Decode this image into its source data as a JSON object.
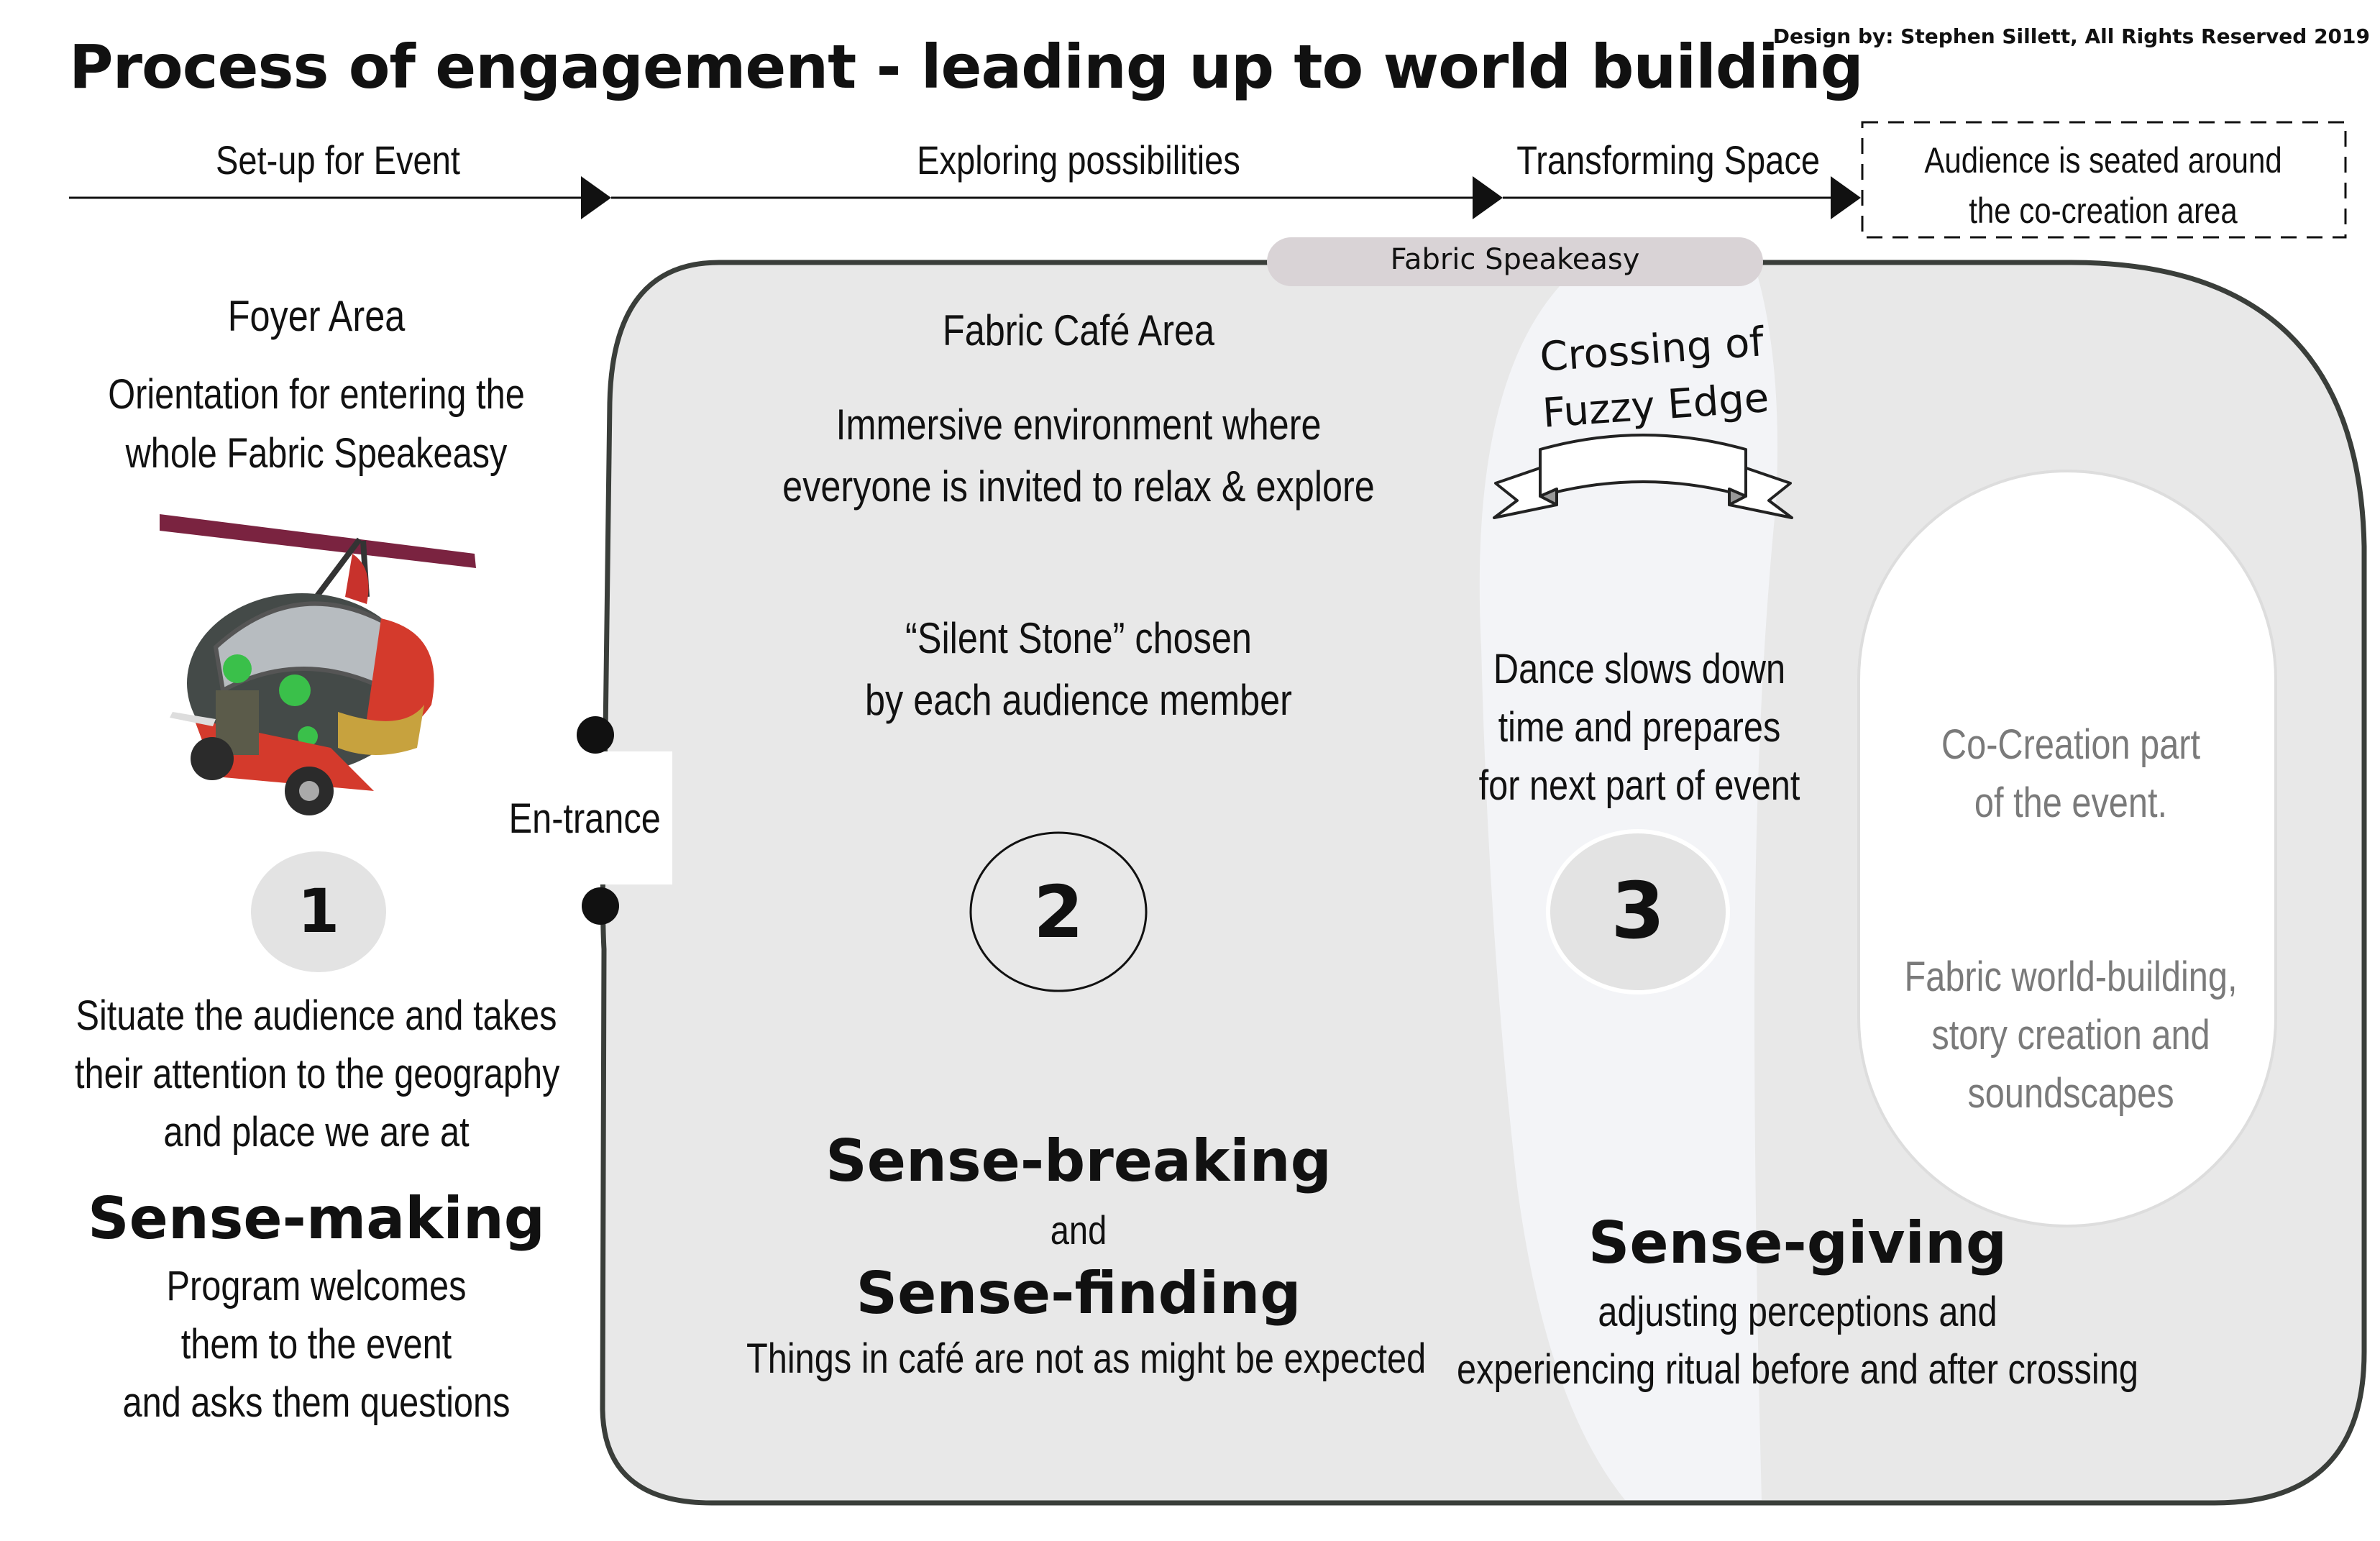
{
  "title": "Process of engagement - leading up to world building",
  "credit": "Design by: Stephen Sillett, All Rights Reserved 2019",
  "phases": {
    "setup": "Set-up for Event",
    "exploring": "Exploring possibilities",
    "transforming": "Transforming Space",
    "audience_box": [
      "Audience is seated around",
      "the co-creation area"
    ]
  },
  "tab_label": "Fabric Speakeasy",
  "foyer": {
    "heading": "Foyer Area",
    "description": [
      "Orientation for entering the",
      "whole Fabric Speakeasy"
    ],
    "number": "1",
    "situate": [
      "Situate the audience and takes",
      "their attention to the geography",
      "and place we are at"
    ],
    "sense": "Sense-making",
    "program": [
      "Program welcomes",
      "them to the event",
      "and asks them questions"
    ]
  },
  "entrance": "En-trance",
  "cafe": {
    "heading": "Fabric Café Area",
    "immersive": [
      "Immersive environment where",
      "everyone is invited to relax & explore"
    ],
    "stone": [
      "“Silent Stone” chosen",
      "by each audience member"
    ],
    "number": "2",
    "sense_breaking": "Sense-breaking",
    "and": "and",
    "sense_finding": "Sense-finding",
    "things": "Things in café are not as might be expected"
  },
  "crossing": {
    "banner": [
      "Crossing of",
      "Fuzzy Edge"
    ],
    "dance": [
      "Dance slows down",
      "time and prepares",
      "for next part of event"
    ],
    "number": "3",
    "sense": "Sense-giving",
    "adjusting": [
      "adjusting perceptions and",
      "experiencing ritual before and after crossing"
    ]
  },
  "cocreation": {
    "part": [
      "Co-Creation part",
      "of the event."
    ],
    "world": [
      "Fabric world-building,",
      "story creation and",
      "soundscapes"
    ]
  },
  "colors": {
    "panel": "#e8e8e8",
    "panel_border": "#3a3e3a",
    "tab": "#d9d3d6",
    "pale_band": "#f3f4f7",
    "number_circle": "#e3e3e3",
    "muted_text": "#7a7a7a"
  },
  "icons": [
    "arrow-right-icon",
    "helicopter-car-illustration",
    "ribbon-banner-icon"
  ]
}
